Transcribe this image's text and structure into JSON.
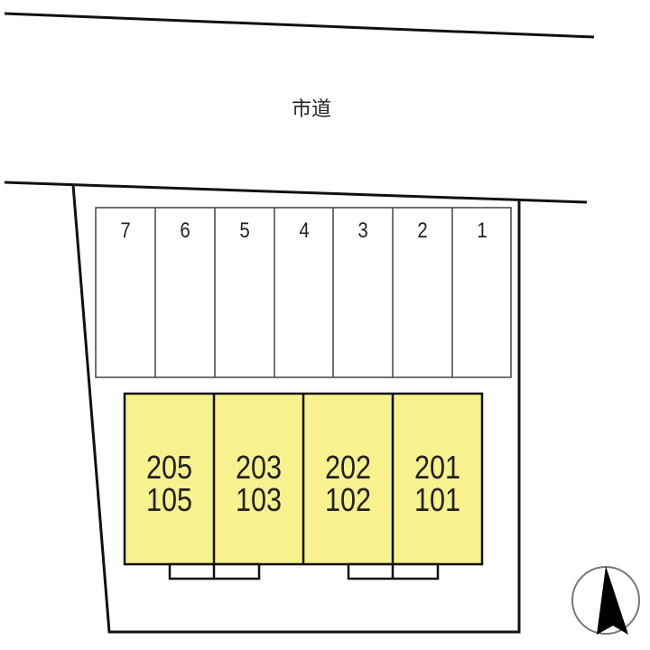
{
  "road": {
    "label": "市道"
  },
  "parking": {
    "spaces": [
      {
        "label": "7"
      },
      {
        "label": "6"
      },
      {
        "label": "5"
      },
      {
        "label": "4"
      },
      {
        "label": "3"
      },
      {
        "label": "2"
      },
      {
        "label": "1"
      }
    ]
  },
  "building": {
    "fill_color": "#f7f18e",
    "units": [
      {
        "upper": "205",
        "lower": "105"
      },
      {
        "upper": "203",
        "lower": "103"
      },
      {
        "upper": "202",
        "lower": "102"
      },
      {
        "upper": "201",
        "lower": "101"
      }
    ]
  },
  "compass": {
    "icon": "north-arrow-icon"
  }
}
